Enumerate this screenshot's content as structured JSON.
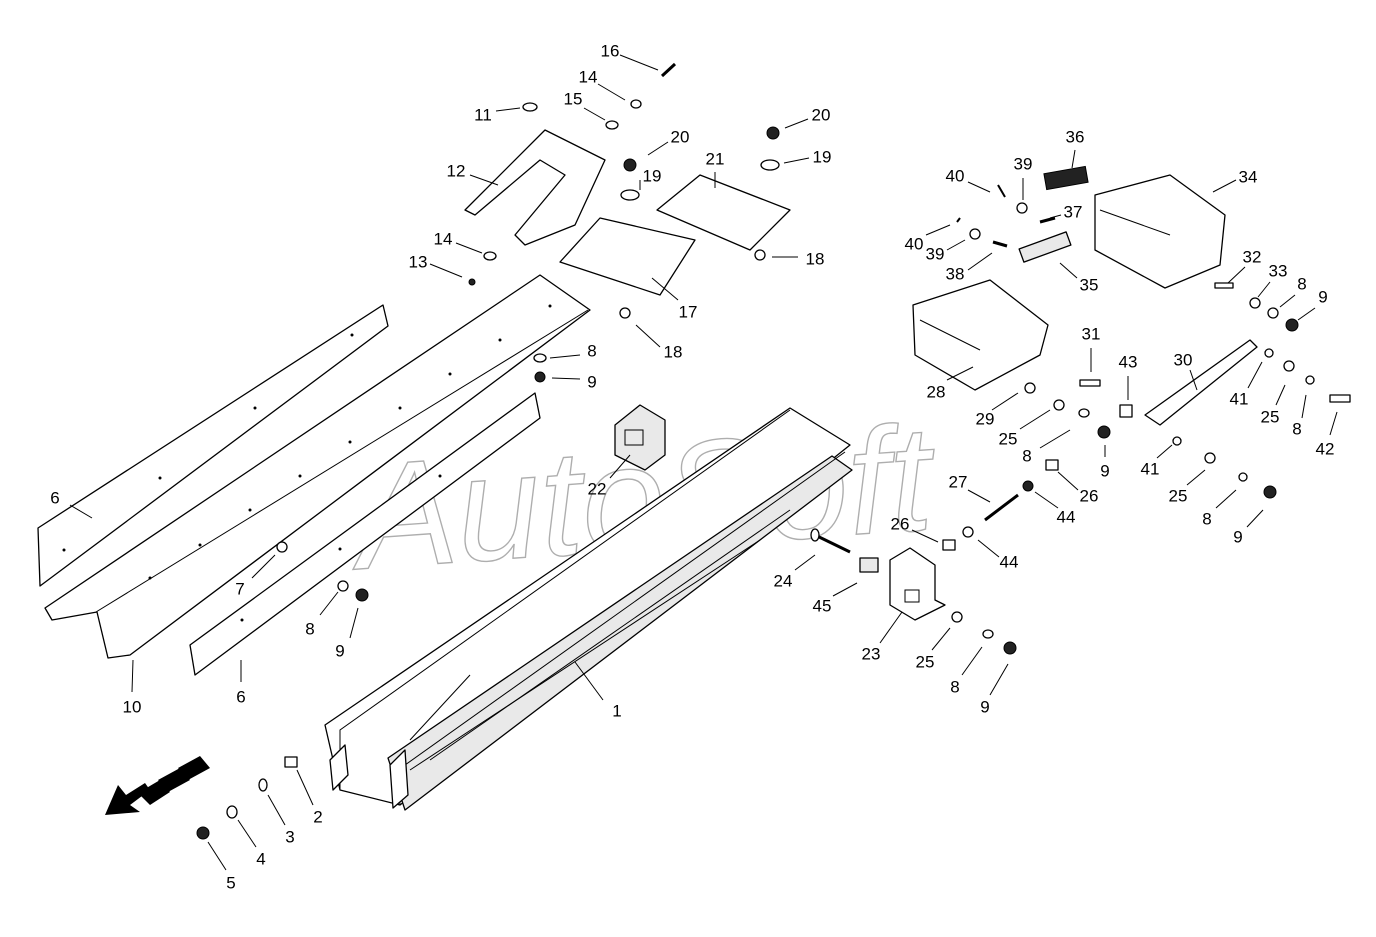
{
  "watermark": "AutoSoft",
  "callouts": [
    {
      "label": "1"
    },
    {
      "label": "2"
    },
    {
      "label": "3"
    },
    {
      "label": "4"
    },
    {
      "label": "5"
    },
    {
      "label": "6"
    },
    {
      "label": "6"
    },
    {
      "label": "7"
    },
    {
      "label": "8"
    },
    {
      "label": "9"
    },
    {
      "label": "8"
    },
    {
      "label": "9"
    },
    {
      "label": "10"
    },
    {
      "label": "11"
    },
    {
      "label": "12"
    },
    {
      "label": "13"
    },
    {
      "label": "14"
    },
    {
      "label": "14"
    },
    {
      "label": "15"
    },
    {
      "label": "16"
    },
    {
      "label": "17"
    },
    {
      "label": "18"
    },
    {
      "label": "18"
    },
    {
      "label": "19"
    },
    {
      "label": "19"
    },
    {
      "label": "20"
    },
    {
      "label": "20"
    },
    {
      "label": "21"
    },
    {
      "label": "22"
    },
    {
      "label": "23"
    },
    {
      "label": "24"
    },
    {
      "label": "45"
    },
    {
      "label": "25"
    },
    {
      "label": "8"
    },
    {
      "label": "9"
    },
    {
      "label": "26"
    },
    {
      "label": "44"
    },
    {
      "label": "27"
    },
    {
      "label": "26"
    },
    {
      "label": "44"
    },
    {
      "label": "29"
    },
    {
      "label": "25"
    },
    {
      "label": "8"
    },
    {
      "label": "9"
    },
    {
      "label": "28"
    },
    {
      "label": "31"
    },
    {
      "label": "43"
    },
    {
      "label": "30"
    },
    {
      "label": "41"
    },
    {
      "label": "25"
    },
    {
      "label": "8"
    },
    {
      "label": "42"
    },
    {
      "label": "41"
    },
    {
      "label": "25"
    },
    {
      "label": "8"
    },
    {
      "label": "9"
    },
    {
      "label": "32"
    },
    {
      "label": "33"
    },
    {
      "label": "8"
    },
    {
      "label": "9"
    },
    {
      "label": "34"
    },
    {
      "label": "35"
    },
    {
      "label": "36"
    },
    {
      "label": "37"
    },
    {
      "label": "38"
    },
    {
      "label": "39"
    },
    {
      "label": "39"
    },
    {
      "label": "40"
    },
    {
      "label": "40"
    }
  ],
  "direction_arrow": {
    "icon": "travel-direction-arrow-icon"
  }
}
